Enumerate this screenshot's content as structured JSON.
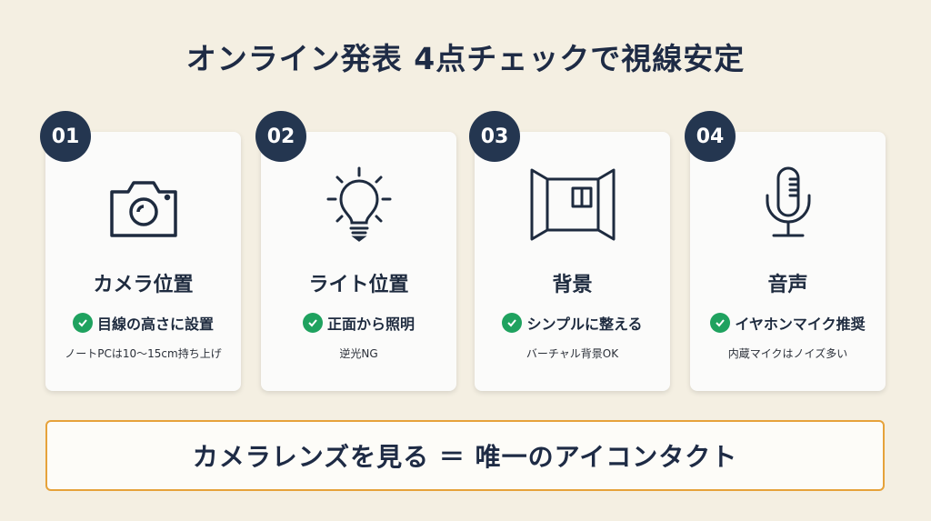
{
  "title": "オンライン発表 4点チェックで視線安定",
  "cards": [
    {
      "number": "01",
      "icon": "camera-icon",
      "title": "カメラ位置",
      "check": "目線の高さに設置",
      "note": "ノートPCは10〜15cm持ち上げ"
    },
    {
      "number": "02",
      "icon": "lightbulb-icon",
      "title": "ライト位置",
      "check": "正面から照明",
      "note": "逆光NG"
    },
    {
      "number": "03",
      "icon": "room-background-icon",
      "title": "背景",
      "check": "シンプルに整える",
      "note": "バーチャル背景OK"
    },
    {
      "number": "04",
      "icon": "microphone-icon",
      "title": "音声",
      "check": "イヤホンマイク推奨",
      "note": "内蔵マイクはノイズ多い"
    }
  ],
  "banner": "カメラレンズを見る ＝ 唯一のアイコンタクト",
  "colors": {
    "navy": "#243650",
    "check": "#1fa25f",
    "accent": "#e6a23a",
    "background": "#f4efe2"
  }
}
